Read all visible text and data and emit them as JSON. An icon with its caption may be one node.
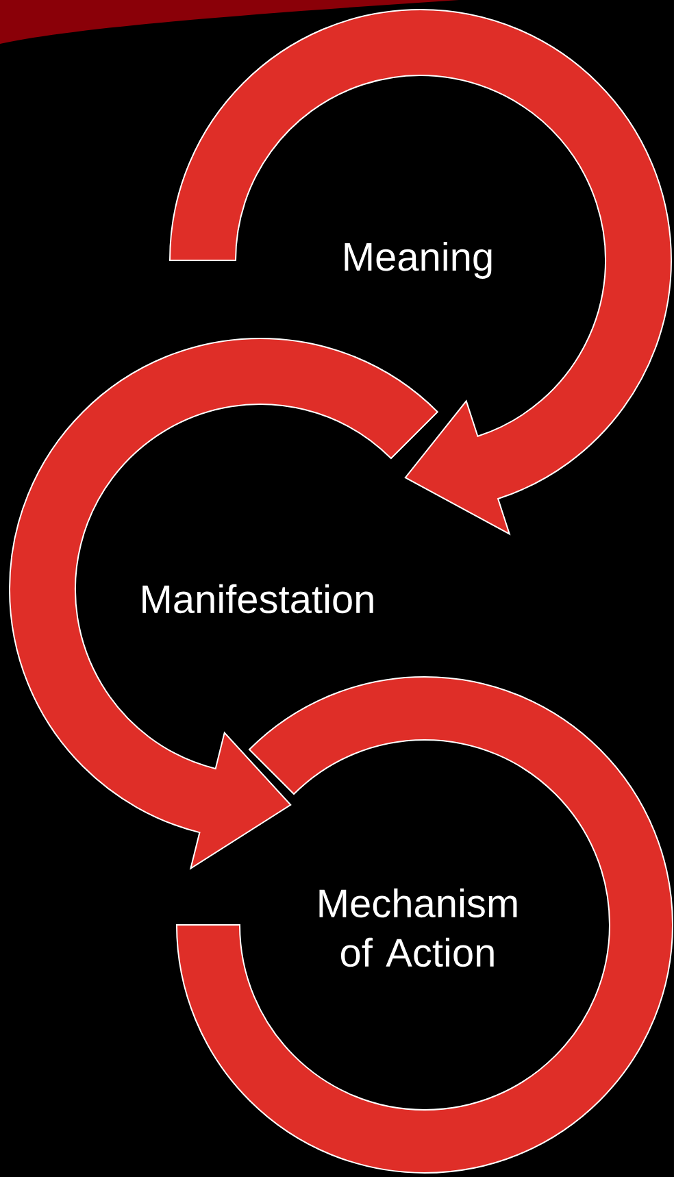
{
  "diagram": {
    "nodes": [
      {
        "text": [
          "Meaning"
        ]
      },
      {
        "text": [
          "Manifestation"
        ]
      },
      {
        "text": [
          "Mechanism of Action"
        ]
      }
    ],
    "edges": [
      {
        "from": 0,
        "to": 1,
        "arrow": "to"
      },
      {
        "from": 1,
        "to": 2,
        "arrow": "to"
      }
    ]
  }
}
